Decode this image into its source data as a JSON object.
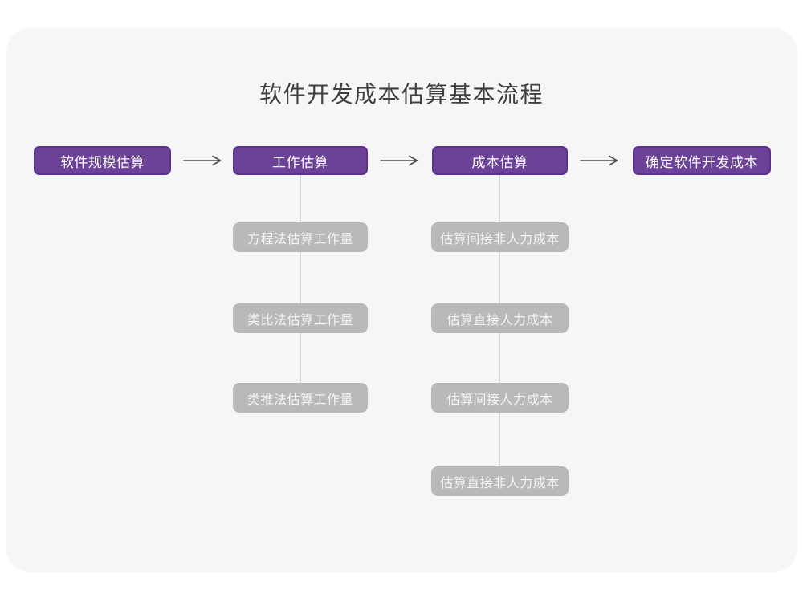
{
  "title": "软件开发成本估算基本流程",
  "colors": {
    "canvas_background": "#ffffff",
    "card_background": "#f6f6f7",
    "primary_node_fill": "#6b4297",
    "primary_node_border": "#5a3389",
    "primary_node_text": "#ffffff",
    "secondary_node_fill": "#b9b9b9",
    "secondary_node_text": "#f4f4f4",
    "connector_line": "#d8d8d8",
    "arrow": "#4d4d4d",
    "title_text": "#3f3f3f"
  },
  "flow": {
    "main_nodes": [
      {
        "label": "软件规模估算"
      },
      {
        "label": "工作估算"
      },
      {
        "label": "成本估算"
      },
      {
        "label": "确定软件开发成本"
      }
    ],
    "work_estimation_branch": [
      {
        "label": "方程法估算工作量"
      },
      {
        "label": "类比法估算工作量"
      },
      {
        "label": "类推法估算工作量"
      }
    ],
    "cost_estimation_branch": [
      {
        "label": "估算间接非人力成本"
      },
      {
        "label": "估算直接人力成本"
      },
      {
        "label": "估算间接人力成本"
      },
      {
        "label": "估算直接非人力成本"
      }
    ]
  }
}
